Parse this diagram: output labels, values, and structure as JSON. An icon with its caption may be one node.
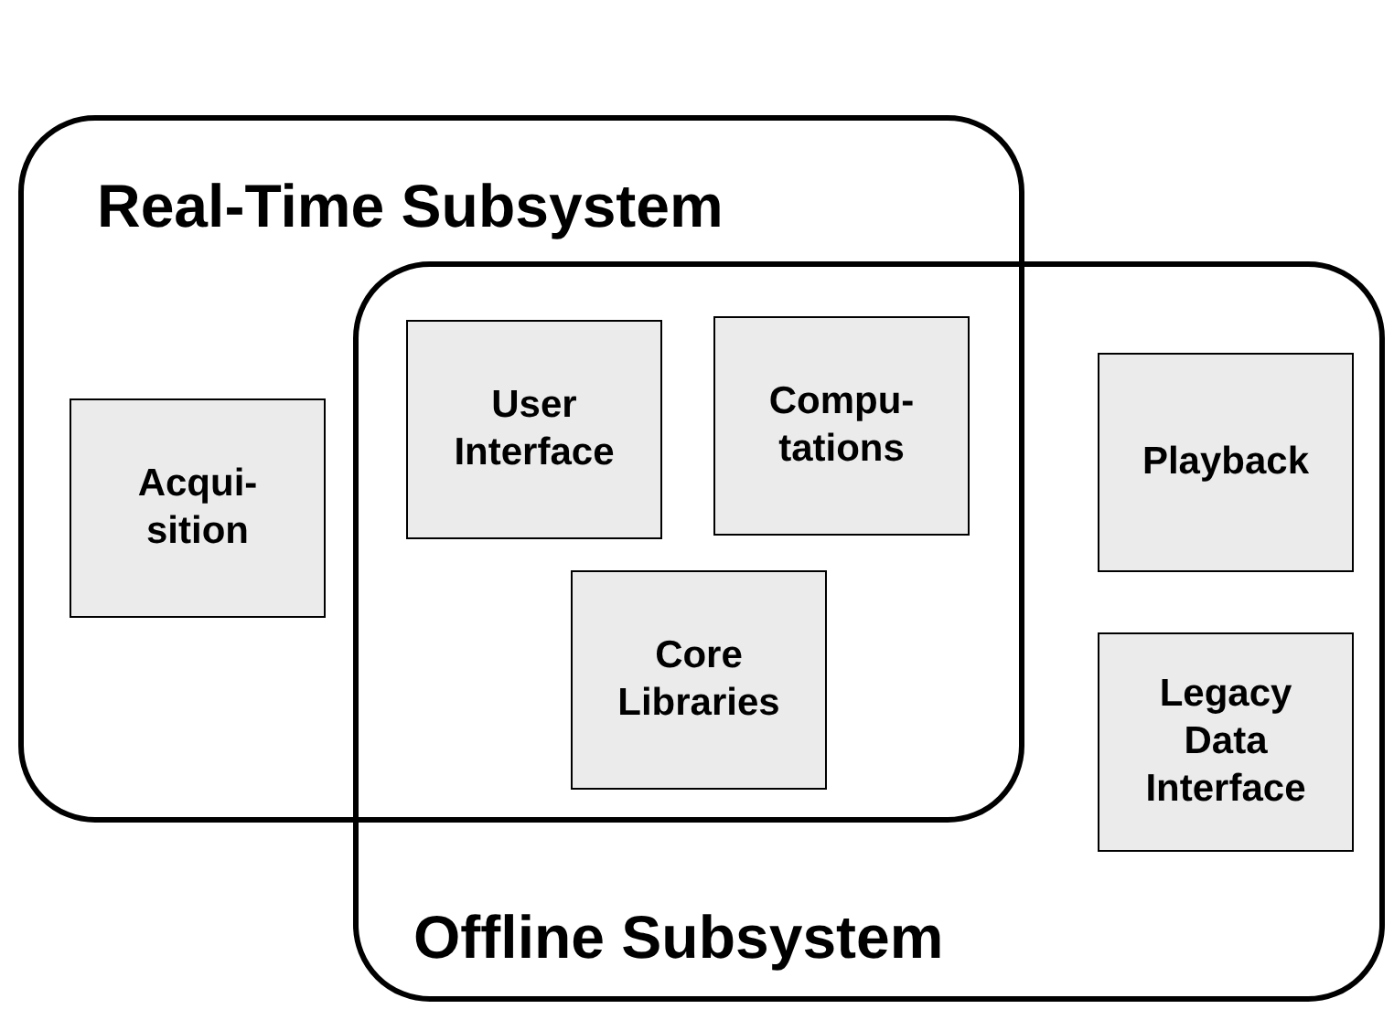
{
  "diagram": {
    "nodes": [
      {
        "text": [
          "Real-Time Subsystem"
        ]
      },
      {
        "text": [
          "Acqui- sition"
        ],
        "in": 0
      },
      {
        "text": [
          "Offline Subsystem"
        ]
      },
      {
        "text": [
          "User Interface"
        ]
      },
      {
        "text": [
          "Compu- tations"
        ]
      },
      {
        "text": [
          "Core Libraries"
        ]
      },
      {
        "text": [
          "Playback"
        ],
        "in": 2
      },
      {
        "text": [
          "Legacy Data Interface"
        ],
        "in": 2
      }
    ]
  }
}
